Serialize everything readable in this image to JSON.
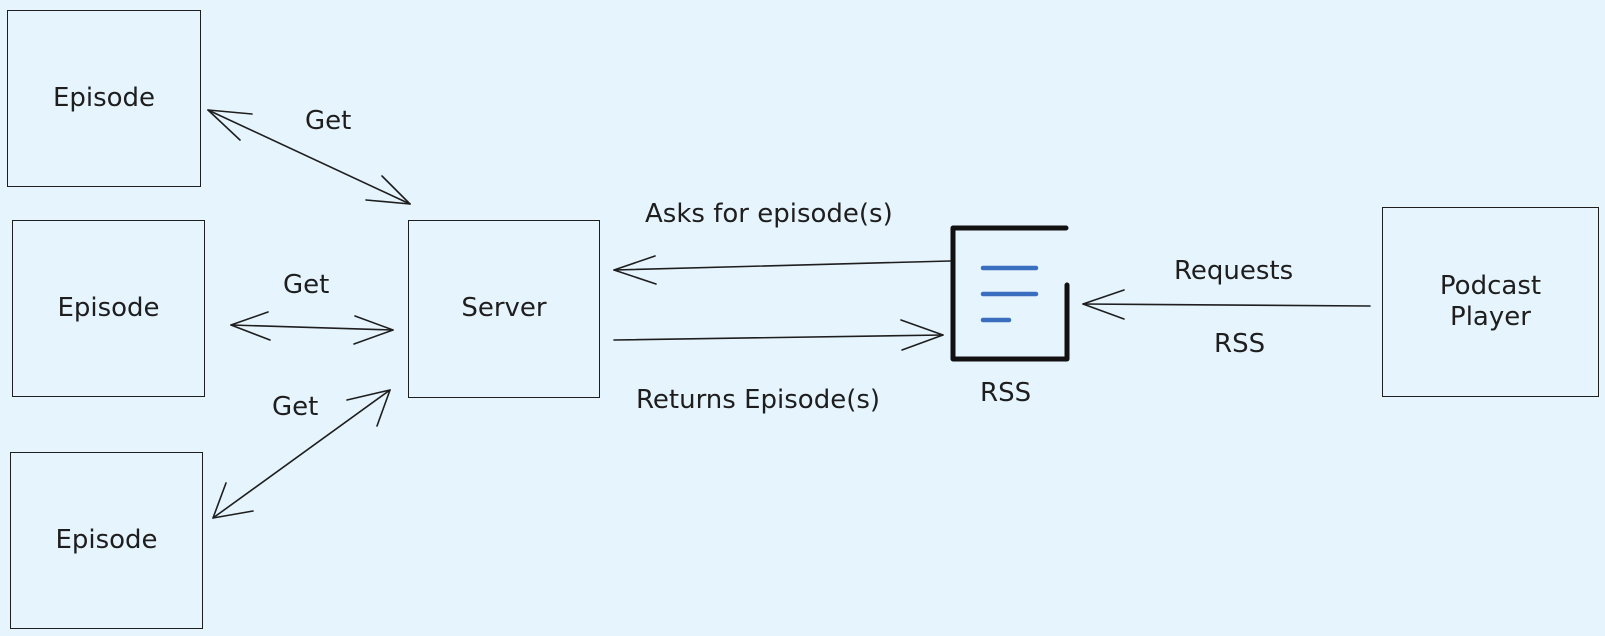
{
  "nodes": {
    "episode_top": "Episode",
    "episode_middle": "Episode",
    "episode_bottom": "Episode",
    "server": "Server",
    "podcast_player": "Podcast\nPlayer",
    "rss_caption": "RSS"
  },
  "edges": {
    "get_top": "Get",
    "get_middle": "Get",
    "get_bottom": "Get",
    "asks_for_episodes": "Asks for episode(s)",
    "returns_episodes": "Returns Episode(s)",
    "requests": "Requests",
    "rss": "RSS"
  },
  "colors": {
    "background": "#e6f4fd",
    "stroke": "#1e1e1e",
    "rss_icon_lines": "#3a6fbf"
  },
  "icons": {
    "rss": "rss-document-icon"
  }
}
